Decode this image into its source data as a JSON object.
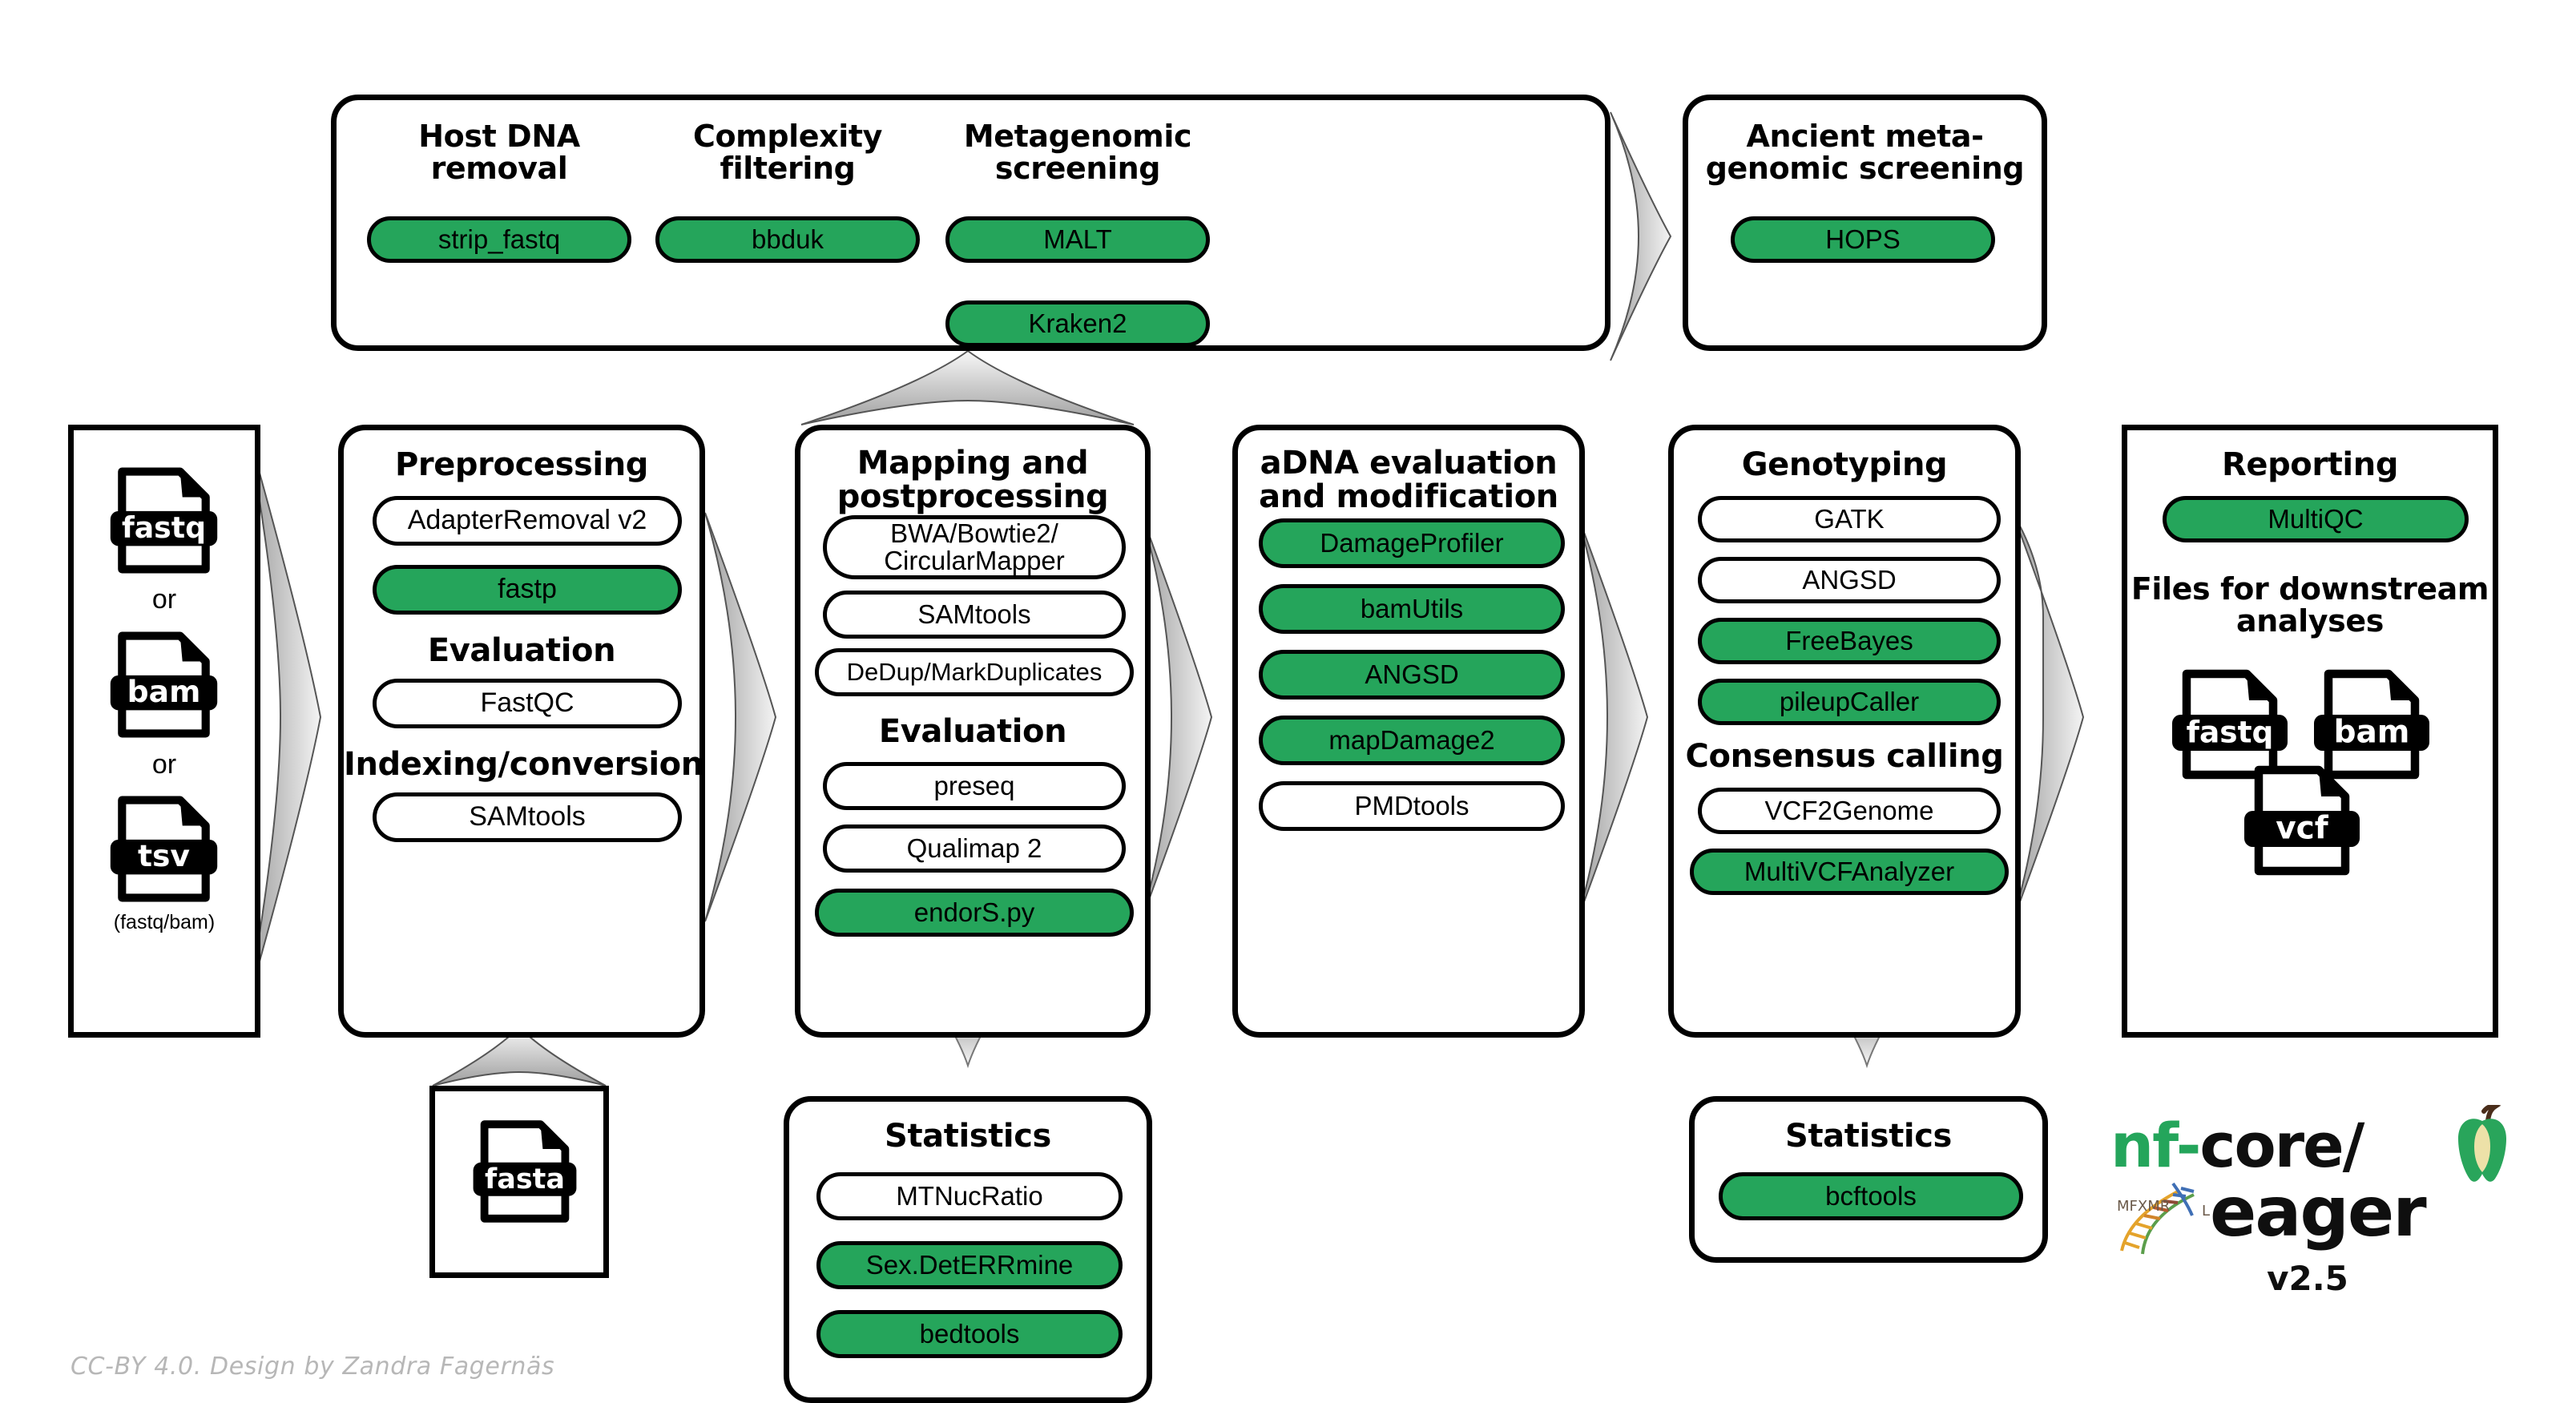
{
  "diagram": {
    "title": "nf-core/eager pipeline overview",
    "accent_green": "#25A55B",
    "credit": "CC-BY 4.0. Design by Zandra Fagernäs"
  },
  "input": {
    "files": [
      {
        "ext": "fastq"
      },
      {
        "ext": "bam"
      },
      {
        "ext": "tsv"
      }
    ],
    "or_1": "or",
    "or_2": "or",
    "tsv_note": "(fastq/bam)"
  },
  "metagenomics_panel": {
    "sections": [
      {
        "title": "Host DNA\nremoval",
        "tools": [
          {
            "label": "strip_fastq",
            "green": true
          }
        ]
      },
      {
        "title": "Complexity\nfiltering",
        "tools": [
          {
            "label": "bbduk",
            "green": true
          }
        ]
      },
      {
        "title": "Metagenomic\nscreening",
        "tools": [
          {
            "label": "MALT",
            "green": true
          },
          {
            "label": "Kraken2",
            "green": true
          }
        ]
      }
    ]
  },
  "ancient_screening": {
    "title": "Ancient meta-\ngenomic screening",
    "tools": [
      {
        "label": "HOPS",
        "green": true
      }
    ]
  },
  "preprocessing": {
    "title": "Preprocessing",
    "tools": [
      {
        "label": "AdapterRemoval v2",
        "green": false
      },
      {
        "label": "fastp",
        "green": true
      }
    ],
    "subhead_1": "Evaluation",
    "tools_eval": [
      {
        "label": "FastQC",
        "green": false
      }
    ],
    "subhead_2": "Indexing/conversion",
    "tools_index": [
      {
        "label": "SAMtools",
        "green": false
      }
    ]
  },
  "reference": {
    "file": {
      "ext": "fasta"
    }
  },
  "mapping": {
    "title": "Mapping and\npostprocessing",
    "tools": [
      {
        "label": "BWA/Bowtie2/\nCircularMapper",
        "green": false
      },
      {
        "label": "SAMtools",
        "green": false
      },
      {
        "label": "DeDup/MarkDuplicates",
        "green": false
      }
    ],
    "subhead_1": "Evaluation",
    "tools_eval": [
      {
        "label": "preseq",
        "green": false
      },
      {
        "label": "Qualimap 2",
        "green": false
      },
      {
        "label": "endorS.py",
        "green": true
      }
    ]
  },
  "statistics_mid": {
    "title": "Statistics",
    "tools": [
      {
        "label": "MTNucRatio",
        "green": false
      },
      {
        "label": "Sex.DetERRmine",
        "green": true
      },
      {
        "label": "bedtools",
        "green": true
      }
    ]
  },
  "adna": {
    "title": "aDNA evaluation\nand modification",
    "tools": [
      {
        "label": "DamageProfiler",
        "green": true
      },
      {
        "label": "bamUtils",
        "green": true
      },
      {
        "label": "ANGSD",
        "green": true
      },
      {
        "label": "mapDamage2",
        "green": true
      },
      {
        "label": "PMDtools",
        "green": false
      }
    ]
  },
  "genotyping": {
    "title": "Genotyping",
    "tools": [
      {
        "label": "GATK",
        "green": false
      },
      {
        "label": "ANGSD",
        "green": false
      },
      {
        "label": "FreeBayes",
        "green": true
      },
      {
        "label": "pileupCaller",
        "green": true
      }
    ],
    "subhead_1": "Consensus calling",
    "tools_consensus": [
      {
        "label": "VCF2Genome",
        "green": false
      },
      {
        "label": "MultiVCFAnalyzer",
        "green": true
      }
    ]
  },
  "statistics_right": {
    "title": "Statistics",
    "tools": [
      {
        "label": "bcftools",
        "green": true
      }
    ]
  },
  "reporting": {
    "title": "Reporting",
    "tools": [
      {
        "label": "MultiQC",
        "green": true
      }
    ],
    "subhead_1": "Files for downstream\nanalyses",
    "files": [
      {
        "ext": "fastq"
      },
      {
        "ext": "bam"
      },
      {
        "ext": "vcf"
      }
    ]
  },
  "logo": {
    "nf": "nf-",
    "core": "core/",
    "eager": "eager",
    "version": "v2.5"
  }
}
